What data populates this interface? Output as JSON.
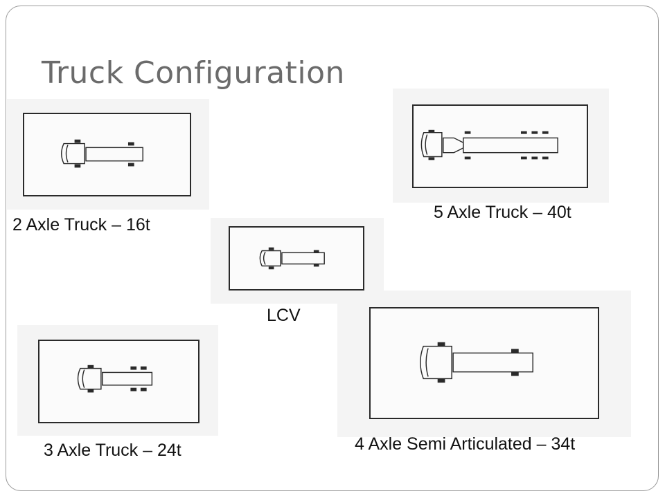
{
  "slide": {
    "title": "Truck Configuration"
  },
  "trucks": [
    {
      "id": "two-axle",
      "label": "2 Axle Truck – 16t"
    },
    {
      "id": "five-axle",
      "label": "5 Axle Truck – 40t"
    },
    {
      "id": "lcv",
      "label": "LCV"
    },
    {
      "id": "three-axle",
      "label": "3 Axle Truck – 24t"
    },
    {
      "id": "four-axle-semi",
      "label": "4 Axle Semi Articulated – 34t"
    }
  ],
  "colors": {
    "title": "#6b6b6b",
    "line": "#2a2a2a",
    "caption": "#111111"
  }
}
